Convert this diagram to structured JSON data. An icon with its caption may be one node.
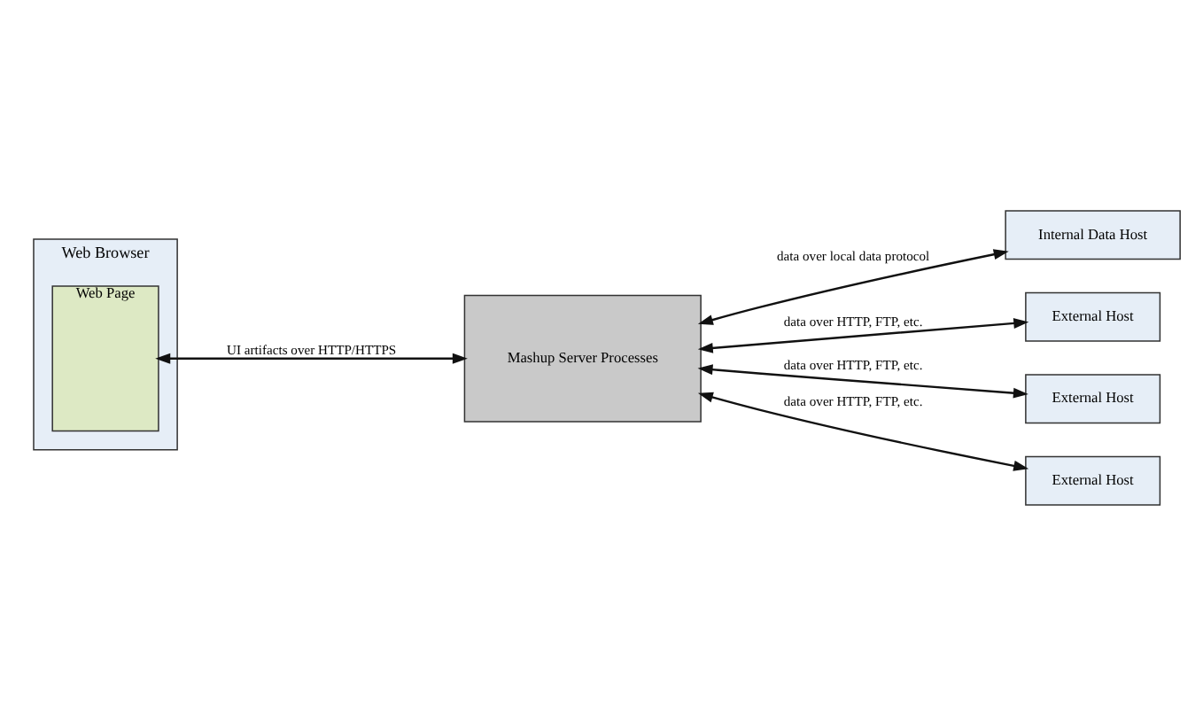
{
  "diagram": {
    "nodes": [
      {
        "text": [
          "Web Browser"
        ]
      },
      {
        "text": [
          "Web Page"
        ],
        "in": 0
      },
      {
        "text": [
          "Mashup Server Processes"
        ]
      },
      {
        "text": [
          "Internal Data Host"
        ]
      },
      {
        "text": [
          "External Host"
        ]
      },
      {
        "text": [
          "External Host"
        ]
      },
      {
        "text": [
          "External Host"
        ]
      }
    ],
    "edges": [
      {
        "from": 1,
        "to": 2,
        "arrow": "both",
        "label": "UI artifacts over HTTP/HTTPS"
      },
      {
        "from": 2,
        "to": 3,
        "arrow": "both",
        "label": "data over local data protocol"
      },
      {
        "from": 2,
        "to": 4,
        "arrow": "both",
        "label": "data over HTTP, FTP, etc."
      },
      {
        "from": 2,
        "to": 5,
        "arrow": "both",
        "label": "data over HTTP, FTP, etc."
      },
      {
        "from": 2,
        "to": 6,
        "arrow": "both",
        "label": "data over HTTP, FTP, etc."
      }
    ]
  }
}
